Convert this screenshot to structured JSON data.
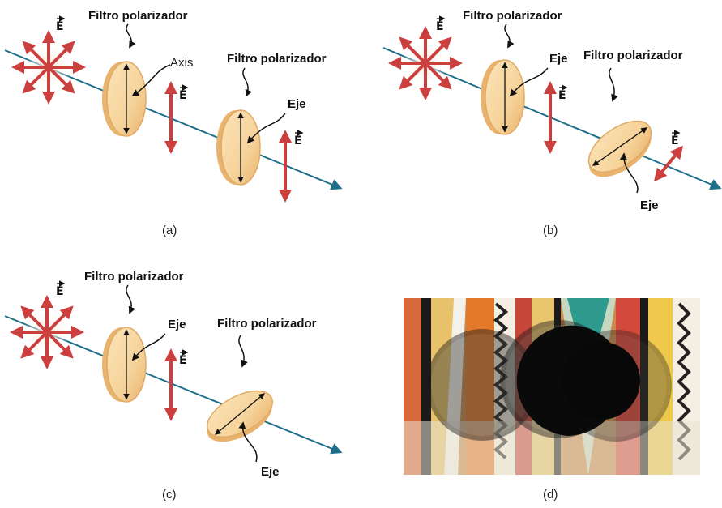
{
  "panels": {
    "a": {
      "caption": "(a)",
      "filter1_label": "Filtro polarizador",
      "filter1_axis_label": "Axis",
      "filter2_label": "Filtro polarizador",
      "filter2_axis_label": "Eje",
      "e_label_unpolarized": "E",
      "e_label_between": "E",
      "e_label_after": "E"
    },
    "b": {
      "caption": "(b)",
      "filter1_label": "Filtro polarizador",
      "filter1_axis_label": "Eje",
      "filter2_label": "Filtro polarizador",
      "filter2_axis_label": "Eje",
      "e_label_unpolarized": "E",
      "e_label_between": "E",
      "e_label_after": "E"
    },
    "c": {
      "caption": "(c)",
      "filter1_label": "Filtro polarizador",
      "filter1_axis_label": "Eje",
      "filter2_label": "Filtro polarizador",
      "filter2_axis_label": "Eje",
      "e_label_unpolarized": "E",
      "e_label_between": "E"
    },
    "d": {
      "caption": "(d)"
    }
  },
  "colors": {
    "beam": "#1f6f8b",
    "e_arrow": "#cc3f3f",
    "filter_fill": "#f6d39a",
    "filter_edge": "#d9a25c"
  }
}
